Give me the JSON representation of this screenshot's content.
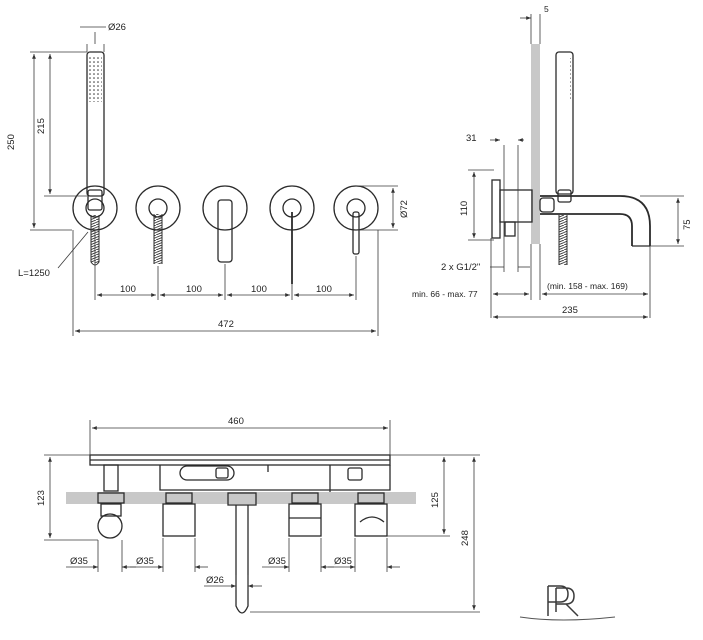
{
  "front": {
    "d_handshower": "Ø26",
    "h_total": "250",
    "h_handshower": "215",
    "hose": "L=1250",
    "spacing": [
      "100",
      "100",
      "100",
      "100"
    ],
    "width": "472",
    "d_rosette": "Ø72"
  },
  "side": {
    "top": "5",
    "dim31": "31",
    "dim110": "110",
    "dim75": "75",
    "connection": "2 x G1/2\"",
    "depth_range": "min. 66 - max. 77",
    "spout_range": "(min. 158 - max. 169)",
    "dim235": "235"
  },
  "bottom": {
    "width": "460",
    "h123": "123",
    "h125": "125",
    "h248": "248",
    "d1": "Ø35",
    "d2": "Ø35",
    "d3": "Ø35",
    "d4": "Ø35",
    "d_spout": "Ø26"
  },
  "brand": {
    "logo_text": "PR"
  }
}
